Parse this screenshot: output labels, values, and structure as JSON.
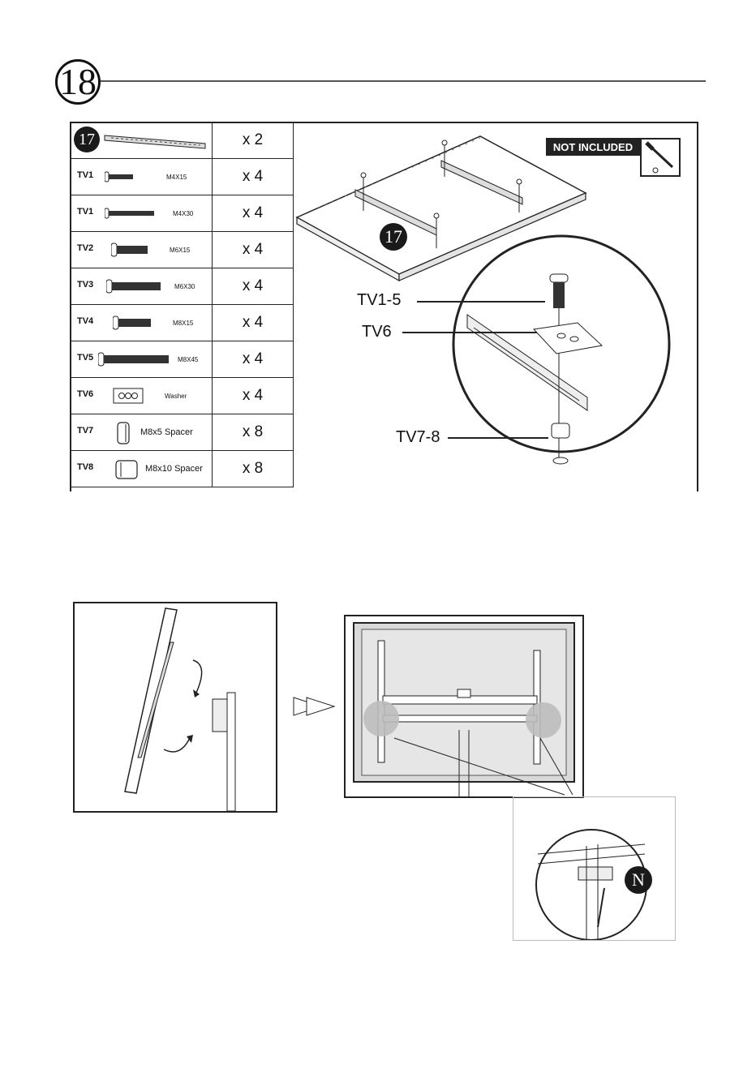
{
  "step": {
    "number": "18"
  },
  "parts": [
    {
      "code": "",
      "badge": "17",
      "size": "",
      "qty": "x 2"
    },
    {
      "code": "TV1",
      "size": "M4X15",
      "qty": "x 4"
    },
    {
      "code": "TV1",
      "size": "M4X30",
      "qty": "x 4"
    },
    {
      "code": "TV2",
      "size": "M6X15",
      "qty": "x 4"
    },
    {
      "code": "TV3",
      "size": "M6X30",
      "qty": "x 4"
    },
    {
      "code": "TV4",
      "size": "M8X15",
      "qty": "x 4"
    },
    {
      "code": "TV5",
      "size": "M8X45",
      "qty": "x 4"
    },
    {
      "code": "TV6",
      "size": "Washer",
      "qty": "x 4"
    },
    {
      "code": "TV7",
      "size": "M8x5 Spacer",
      "qty": "x 8"
    },
    {
      "code": "TV8",
      "size": "M8x10 Spacer",
      "qty": "x 8"
    }
  ],
  "diagram": {
    "not_included": "NOT INCLUDED",
    "bracket_badge": "17",
    "callouts": {
      "screw": "TV1-5",
      "washer": "TV6",
      "spacer": "TV7-8"
    }
  },
  "lower": {
    "detail_badge": "N"
  }
}
